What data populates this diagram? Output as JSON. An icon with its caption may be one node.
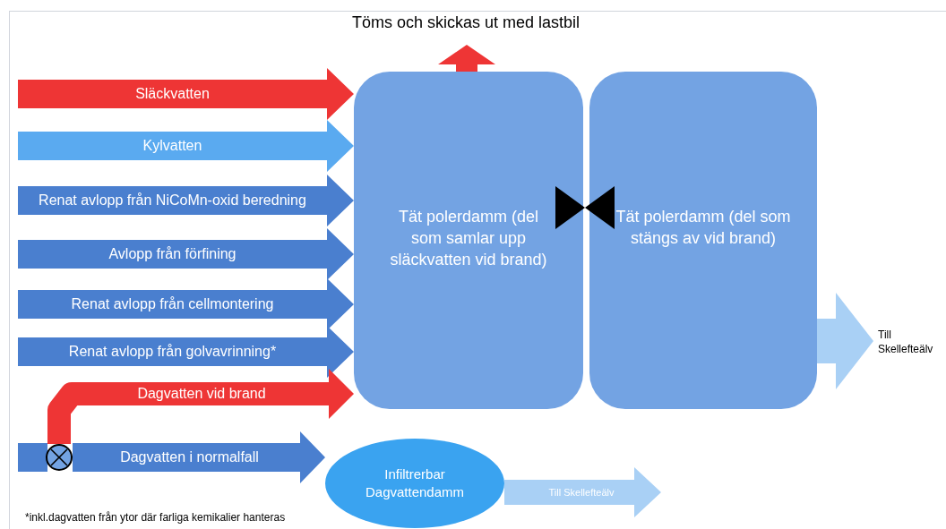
{
  "diagram": {
    "nodes": [
      {
        "text": [
          "Tät polerdamm (del som samlar upp släckvatten vid brand)"
        ]
      },
      {
        "text": [
          "Tät polerdamm (del som stängs av vid brand)"
        ]
      },
      {
        "text": [
          "Infiltrerbar Dagvattendamm"
        ]
      },
      {
        "text": [],
        "shape": "circle"
      },
      {
        "text": [
          "Töms och skickas ut med lastbil"
        ]
      },
      {
        "text": [
          "Till Skellefteälv"
        ]
      }
    ],
    "edges": [
      {
        "from": null,
        "to": 0,
        "arrow": "to",
        "label": "Släckvatten",
        "color": "#ee3535"
      },
      {
        "from": null,
        "to": 0,
        "arrow": "to",
        "label": "Kylvatten",
        "color": "#5aaaf0"
      },
      {
        "from": null,
        "to": 0,
        "arrow": "to",
        "label": "Renat avlopp från NiCoMn-oxid beredning"
      },
      {
        "from": null,
        "to": 0,
        "arrow": "to",
        "label": "Avlopp från förfining"
      },
      {
        "from": null,
        "to": 0,
        "arrow": "to",
        "label": "Renat avlopp från cellmontering"
      },
      {
        "from": null,
        "to": 0,
        "arrow": "to",
        "label": "Renat avlopp från golvavrinning*"
      },
      {
        "from": 3,
        "to": 0,
        "arrow": "to",
        "label": "Dagvatten vid brand",
        "color": "#ee3535"
      },
      {
        "from": 3,
        "to": 2,
        "arrow": "to",
        "label": "Dagvatten i normalfall"
      },
      {
        "from": 0,
        "to": 4,
        "arrow": "to",
        "color": "#ee3535"
      },
      {
        "from": 1,
        "to": 5,
        "arrow": "to",
        "color": "#a9d0f5"
      },
      {
        "from": 2,
        "to": null,
        "arrow": "to",
        "label": "Till Skellefteälv",
        "color": "#a9d0f5"
      }
    ],
    "labels": [
      "*inkl.dagvatten från ytor där farliga kemikalier hanteras"
    ]
  }
}
